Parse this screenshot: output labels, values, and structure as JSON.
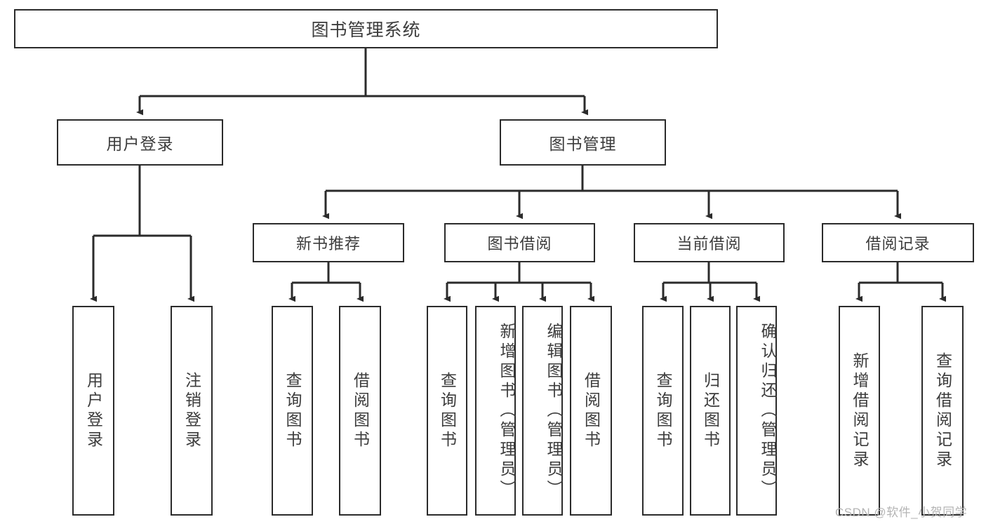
{
  "diagram": {
    "title": "图书管理系统",
    "type": "tree-hierarchy-chart",
    "theme": {
      "box_border": "#2b2b2b",
      "box_fill": "#ffffff",
      "text": "#3c3c3c",
      "connector": "#2b2b2b",
      "watermark": "#b4b4b4",
      "background": "#ffffff"
    },
    "root": {
      "label": "图书管理系统"
    },
    "level1": [
      {
        "label": "用户登录"
      },
      {
        "label": "图书管理"
      }
    ],
    "level2": [
      {
        "label": "新书推荐"
      },
      {
        "label": "图书借阅"
      },
      {
        "label": "当前借阅"
      },
      {
        "label": "借阅记录"
      }
    ],
    "leaves": {
      "user_login": [
        {
          "label": "用户登录"
        },
        {
          "label": "注销登录"
        }
      ],
      "new_book_recommend": [
        {
          "label": "查询图书"
        },
        {
          "label": "借阅图书"
        }
      ],
      "book_borrow": [
        {
          "label": "查询图书"
        },
        {
          "label": "新增图书（管理员）"
        },
        {
          "label": "编辑图书（管理员）"
        },
        {
          "label": "借阅图书"
        }
      ],
      "current_borrow": [
        {
          "label": "查询图书"
        },
        {
          "label": "归还图书"
        },
        {
          "label": "确认归还（管理员）"
        }
      ],
      "borrow_record": [
        {
          "label": "新增借阅记录"
        },
        {
          "label": "查询借阅记录"
        }
      ]
    },
    "watermark": "CSDN @软件_小贺同学"
  }
}
